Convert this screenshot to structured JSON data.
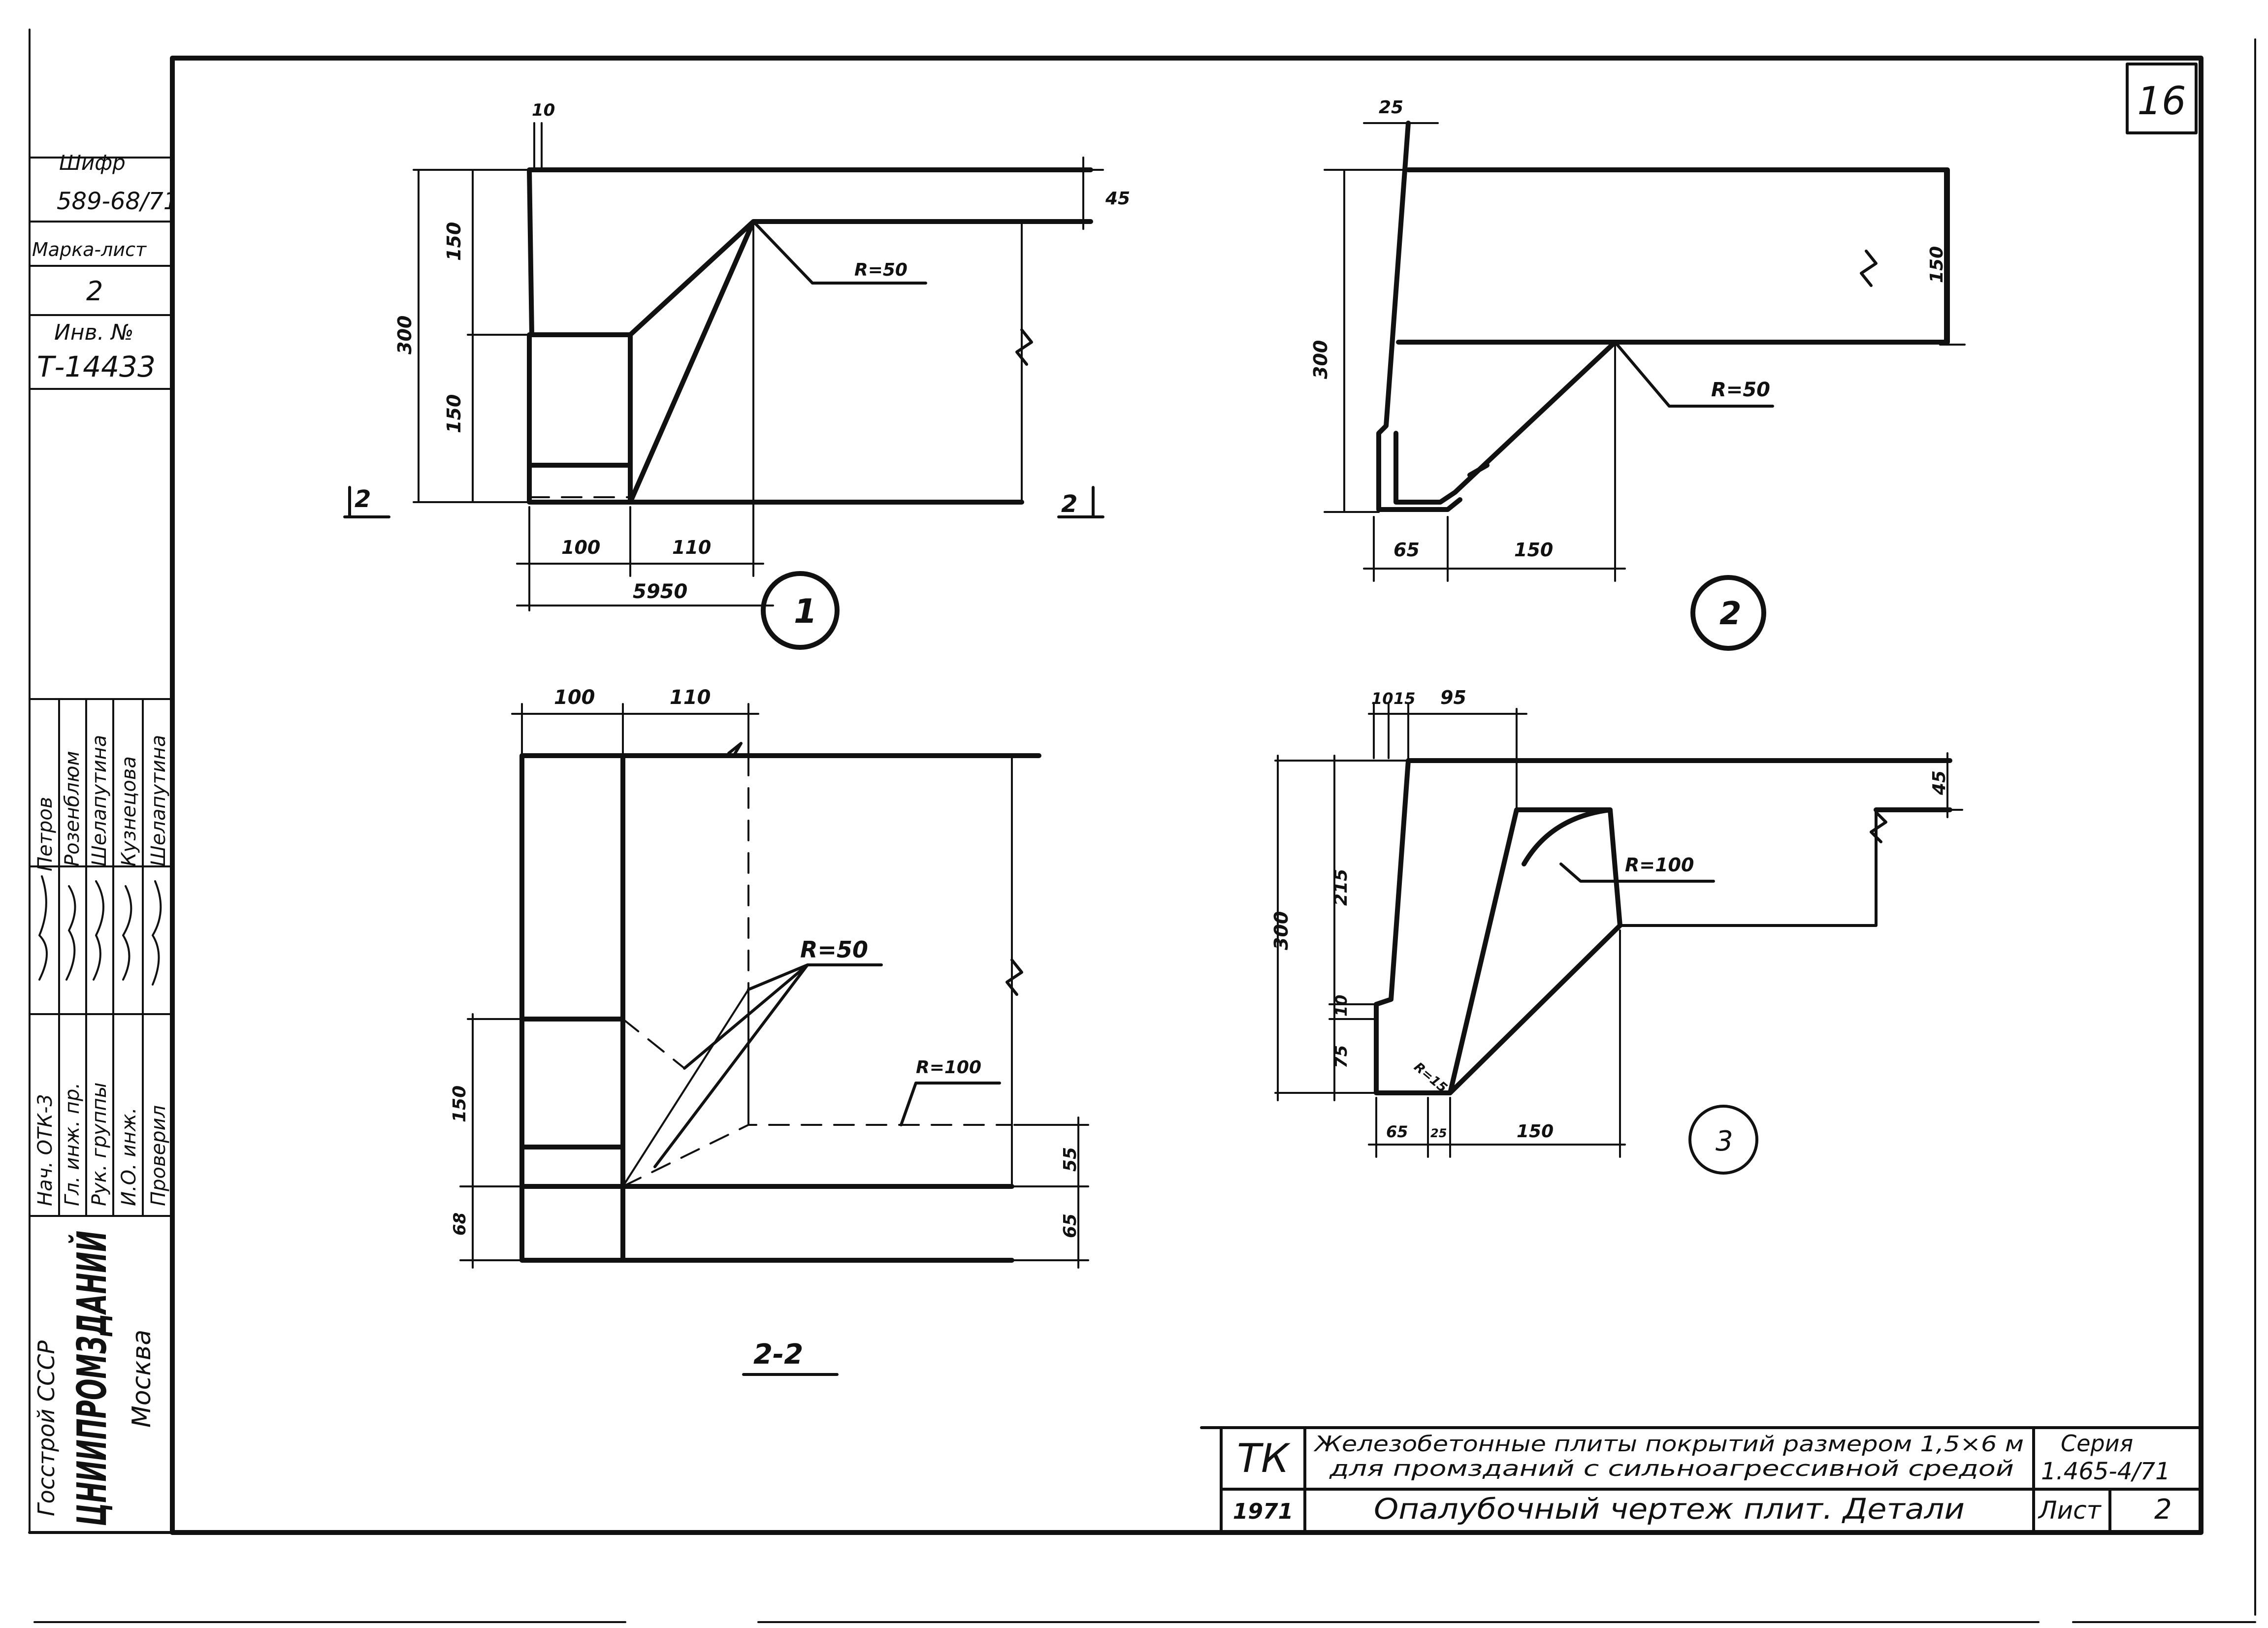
{
  "sheet_number": "16",
  "stamp": {
    "code_label": "Шифр",
    "code_value": "589-68/71",
    "mark_label": "Марка-лист",
    "mark_value": "2",
    "inv_label": "Инв. №",
    "inv_value": "Т-14433"
  },
  "signatures": {
    "roles": [
      "Нач. ОТК-3",
      "Гл. инж. пр.",
      "Рук. группы",
      "И.О. инж.",
      "Проверил"
    ],
    "names": [
      "Петров",
      "Розенблюм",
      "Шелапутина",
      "Кузнецова",
      "Шелапутина"
    ]
  },
  "org": {
    "ministry": "Госстрой СССР",
    "institute": "ЦНИИПРОМЗДАНИЙ",
    "city": "Москва"
  },
  "title_block": {
    "tk": "ТК",
    "year": "1971",
    "title_line1": "Железобетонные плиты покрытий размером 1,5×6 м",
    "title_line2": "для промзданий с сильноагрессивной средой",
    "subtitle": "Опалубочный чертеж плит. Детали",
    "series_label": "Серия",
    "series_value": "1.465-4/71",
    "list_label": "Лист",
    "list_value": "2"
  },
  "details": {
    "d1": {
      "mark": "1",
      "dims": [
        "10",
        "45",
        "150",
        "300",
        "150",
        "R=50",
        "100",
        "110",
        "5950"
      ],
      "section_mark": "2"
    },
    "d2": {
      "mark": "2",
      "dims": [
        "25",
        "150",
        "300",
        "R=50",
        "65",
        "150"
      ]
    },
    "d3": {
      "mark": "3",
      "dims": [
        "10",
        "15",
        "95",
        "45",
        "215",
        "300",
        "10",
        "75",
        "R=100",
        "R=15",
        "65",
        "25",
        "150"
      ]
    },
    "section": {
      "title": "2-2",
      "dims": [
        "100",
        "110",
        "R=50",
        "R=100",
        "150",
        "68",
        "55",
        "65"
      ]
    }
  }
}
